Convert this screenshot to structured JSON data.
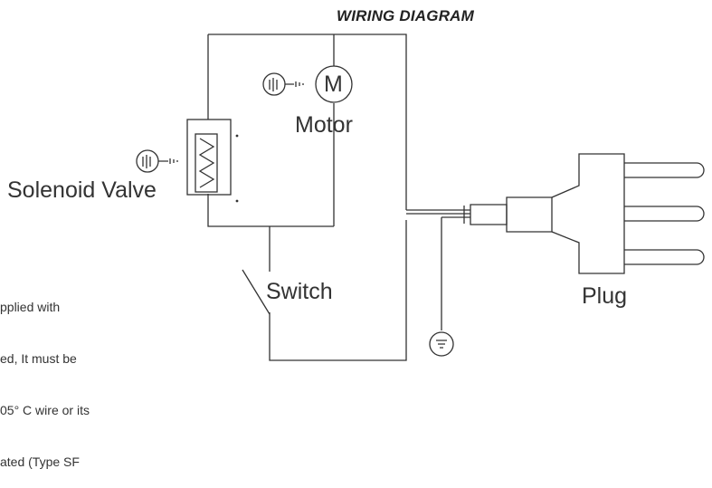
{
  "diagram": {
    "title": "WIRING DIAGRAM",
    "labels": {
      "motor_symbol": "M",
      "motor": "Motor",
      "solenoid_valve": "Solenoid Valve",
      "switch": "Switch",
      "plug": "Plug"
    },
    "note_lines": [
      "pplied with",
      "ed, It must be",
      "05° C wire or its",
      "ated (Type SF"
    ]
  }
}
